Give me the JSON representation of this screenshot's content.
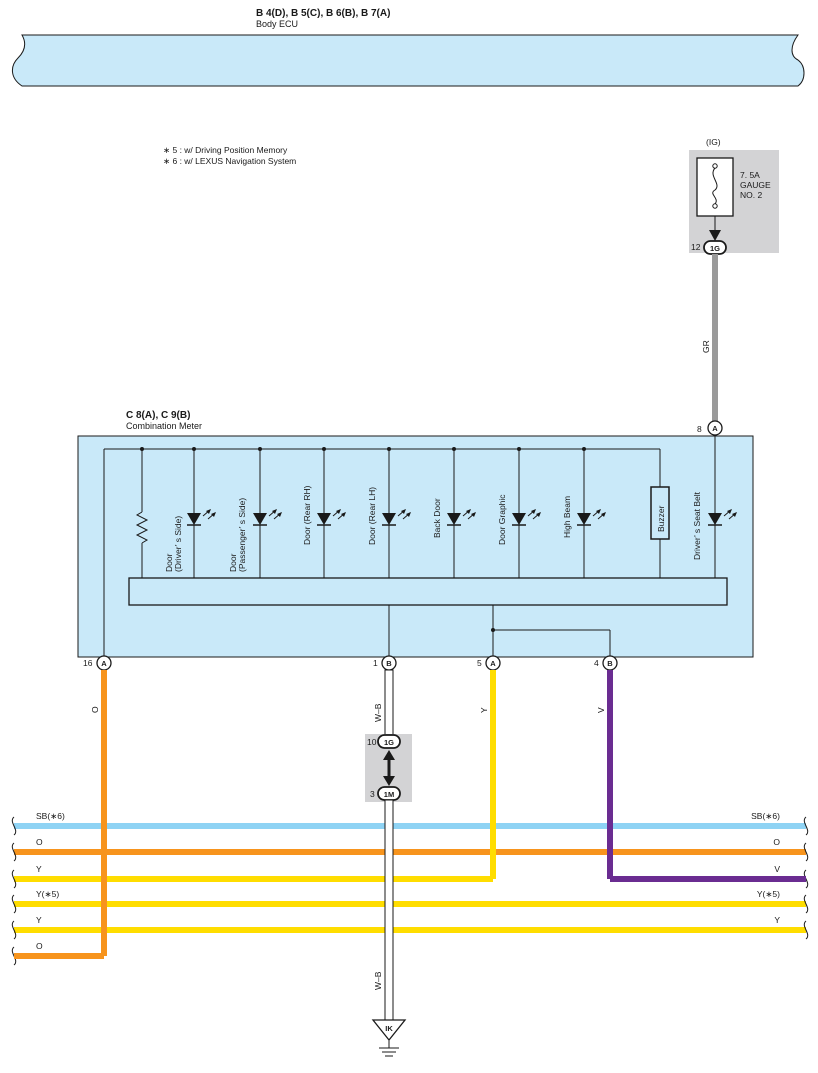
{
  "ecu": {
    "connectors": "B 4(D), B 5(C), B 6(B), B 7(A)",
    "name": "Body ECU"
  },
  "notes": [
    "∗ 5 : w/ Driving Position Memory",
    "∗ 6 : w/ LEXUS Navigation System"
  ],
  "fuse": {
    "source": "(IG)",
    "rating": "7. 5A",
    "name_line1": "GAUGE",
    "name_line2": "NO. 2",
    "pin": "12",
    "connector": "1G"
  },
  "wire_gr": "GR",
  "meter": {
    "connectors": "C 8(A), C 9(B)",
    "name": "Combination Meter",
    "top_pin": "8",
    "top_conn": "A",
    "indicators": [
      {
        "line1": "Door",
        "line2": "(Driver’ s Side)"
      },
      {
        "line1": "Door",
        "line2": "(Passenger’ s Side)"
      },
      {
        "line1": "Door (Rear RH)",
        "line2": ""
      },
      {
        "line1": "Door (Rear LH)",
        "line2": ""
      },
      {
        "line1": "Back Door",
        "line2": ""
      },
      {
        "line1": "Door Graphic",
        "line2": ""
      },
      {
        "line1": "High Beam",
        "line2": ""
      },
      {
        "line1": "Driver’ s Seat Belt",
        "line2": ""
      }
    ],
    "buzzer": "Buzzer"
  },
  "bottom_pins": [
    {
      "pin": "16",
      "conn": "A",
      "wire": "O",
      "color": "#f7941d"
    },
    {
      "pin": "1",
      "conn": "B",
      "wire": "W–B",
      "color": "#ffffff"
    },
    {
      "pin": "5",
      "conn": "A",
      "wire": "Y",
      "color": "#ffdd00"
    },
    {
      "pin": "4",
      "conn": "B",
      "wire": "V",
      "color": "#6a2c91"
    }
  ],
  "junction": {
    "pin_top": "10",
    "conn_top": "1G",
    "pin_bottom": "3",
    "conn_bottom": "1M"
  },
  "wire_wb_lower": "W–B",
  "ground": "IK",
  "bus": [
    {
      "left": "SB(∗6)",
      "right": "SB(∗6)",
      "color": "#8fd3f4"
    },
    {
      "left": "O",
      "right": "O",
      "color": "#f7941d"
    },
    {
      "left": "Y",
      "right": "V",
      "color": "#ffdd00"
    },
    {
      "left": "Y(∗5)",
      "right": "Y(∗5)",
      "color": "#ffdd00"
    },
    {
      "left": "Y",
      "right": "Y",
      "color": "#ffdd00"
    },
    {
      "left": "O",
      "right": "",
      "color": "#f7941d"
    }
  ],
  "colors": {
    "panel": "#c9e9f9",
    "fuse_box": "#d3d3d5",
    "gr_wire": "#9a9a9a"
  }
}
